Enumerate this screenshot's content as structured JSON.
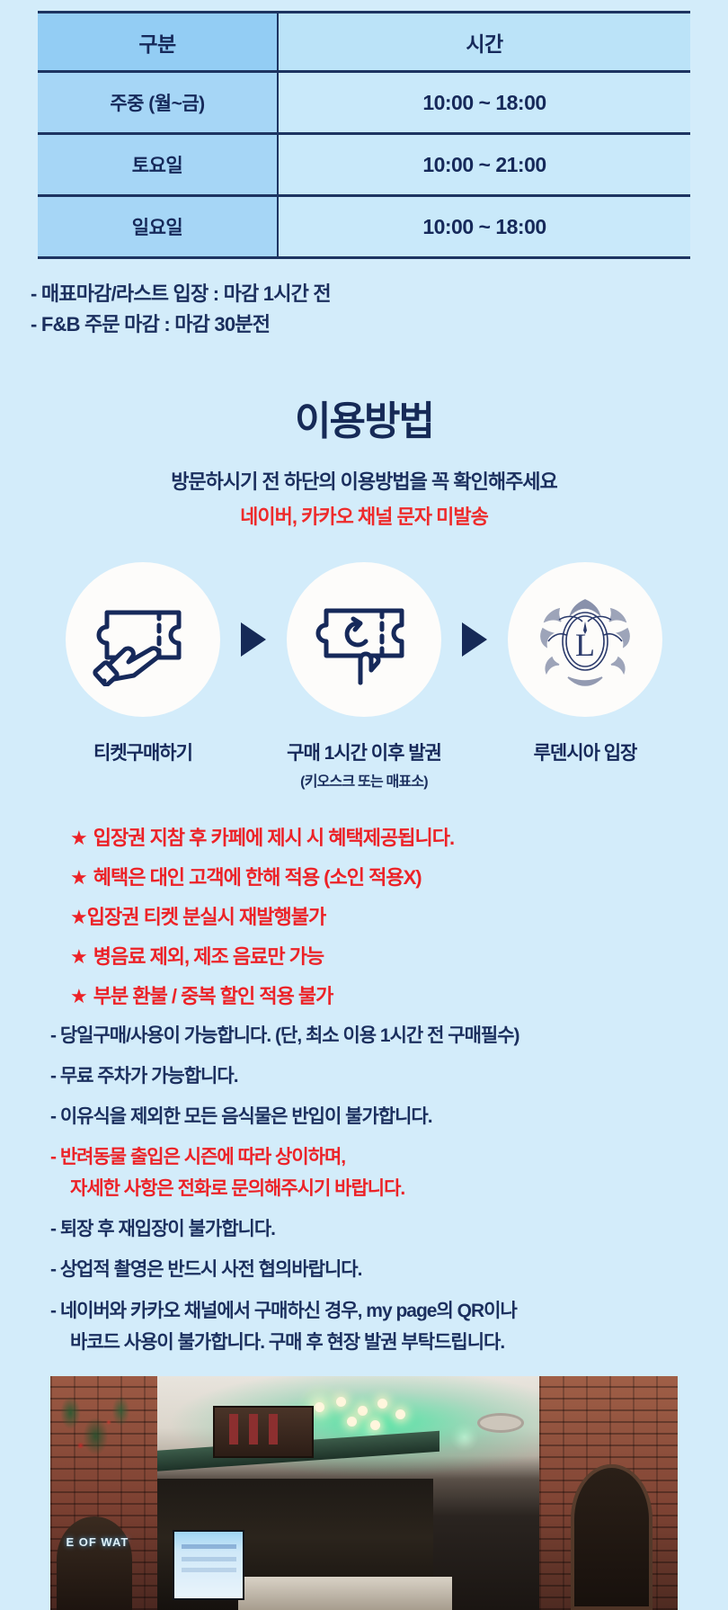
{
  "colors": {
    "page_bg": "#d3ecfa",
    "navy": "#16295a",
    "red": "#ec2227",
    "table_header_label_bg": "#93cdf4",
    "table_header_time_bg": "#bbe3f8",
    "table_label_bg": "#a6d6f6",
    "table_time_bg": "#c9e9fa",
    "table_border": "#1d3461"
  },
  "hours_table": {
    "headers": [
      "구분",
      "시간"
    ],
    "rows": [
      {
        "label": "주중 (월~금)",
        "time": "10:00 ~ 18:00"
      },
      {
        "label": "토요일",
        "time": "10:00 ~ 21:00"
      },
      {
        "label": "일요일",
        "time": "10:00 ~ 18:00"
      }
    ]
  },
  "table_notes": [
    "- 매표마감/라스트 입장 : 마감 1시간 전",
    "- F&B 주문 마감 : 마감 30분전"
  ],
  "usage": {
    "title": "이용방법",
    "subtitle": "방문하시기 전 하단의 이용방법을 꼭 확인해주세요",
    "subtitle_red": "네이버, 카카오 채널 문자 미발송"
  },
  "steps": [
    {
      "icon": "hand-pointing-ticket-icon",
      "label": "티켓구매하기",
      "sub": ""
    },
    {
      "icon": "ticket-reissue-hand-icon",
      "label": "구매 1시간 이후 발권",
      "sub": "(키오스크 또는 매표소)"
    },
    {
      "icon": "ludensia-crest-logo-icon",
      "label": "루덴시아 입장",
      "sub": ""
    }
  ],
  "step_arrow_icon": "triangle-right-icon",
  "star_notices": [
    {
      "glyph": "★",
      "text": "입장권 지참 후 카페에 제시 시 혜택제공됩니다.",
      "tight": false
    },
    {
      "glyph": "★",
      "text": "혜택은 대인 고객에 한해 적용 (소인 적용X)",
      "tight": false
    },
    {
      "glyph": "★",
      "text": "입장권 티켓 분실시 재발행불가",
      "tight": true
    },
    {
      "glyph": "★",
      "text": "병음료 제외, 제조 음료만 가능",
      "tight": false
    },
    {
      "glyph": "★",
      "text": "부분 환불 / 중복 할인 적용 불가",
      "tight": false
    }
  ],
  "dash_notices": [
    {
      "text": "- 당일구매/사용이 가능합니다. (단, 최소 이용 1시간 전 구매필수)",
      "red": false,
      "cont": ""
    },
    {
      "text": "- 무료 주차가 가능합니다.",
      "red": false,
      "cont": ""
    },
    {
      "text": "- 이유식을 제외한 모든 음식물은 반입이 불가합니다.",
      "red": false,
      "cont": ""
    },
    {
      "text": "- 반려동물 출입은 시즌에 따라 상이하며,",
      "red": true,
      "cont": "자세한 사항은 전화로 문의해주시기 바랍니다."
    },
    {
      "text": "- 퇴장 후 재입장이 불가합니다.",
      "red": false,
      "cont": ""
    },
    {
      "text": "- 상업적 촬영은 반드시 사전 협의바랍니다.",
      "red": false,
      "cont": ""
    },
    {
      "text": "- 네이버와 카카오 채널에서 구매하신 경우, my page의 QR이나",
      "red": false,
      "cont": "바코드 사용이 불가합니다. 구매 후 현장 발권 부탁드립니다."
    }
  ],
  "photo": {
    "name": "venue-interior-photo",
    "sign_text": "E OF WAT"
  }
}
